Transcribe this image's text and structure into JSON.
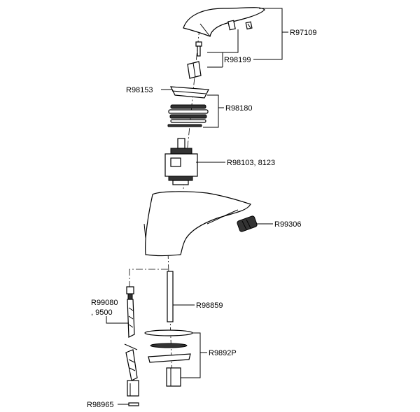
{
  "labels": {
    "r97109": "R97109",
    "r98199": "R98199",
    "r98153": "R98153",
    "r98180": "R98180",
    "r98103": "R98103, 8123",
    "r99306": "R99306",
    "r99080_a": "R99080",
    "r99080_b": ", 9500",
    "r98859": "R98859",
    "r9892p": "R9892P",
    "r98965": "R98965"
  }
}
